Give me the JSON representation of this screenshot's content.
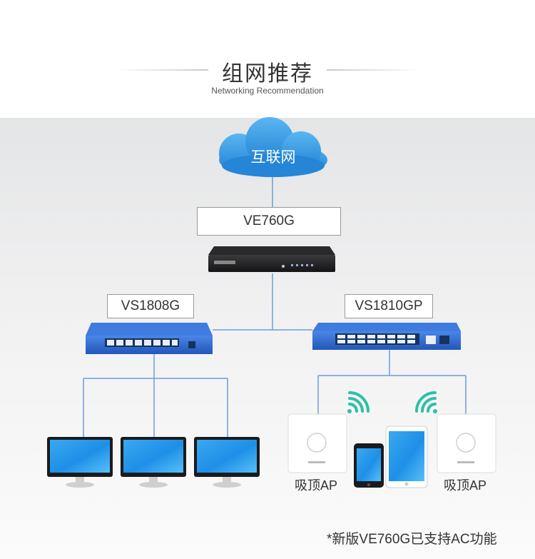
{
  "header": {
    "title": "组网推荐",
    "subtitle": "Networking Recommendation"
  },
  "nodes": {
    "internet": "互联网",
    "router": "VE760G",
    "switch_left": "VS1808G",
    "switch_right": "VS1810GP",
    "ap_left": "吸顶AP",
    "ap_right": "吸顶AP"
  },
  "note": "*新版VE760G已支持AC功能",
  "colors": {
    "line": "#6a9fd8",
    "switch_blue": "#2f6ad1",
    "cloud": "#2f94e0",
    "wifi": "#2fbfa8"
  }
}
